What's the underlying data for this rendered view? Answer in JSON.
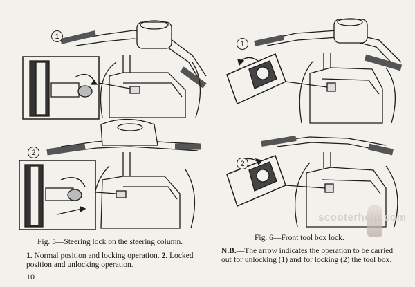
{
  "figures": {
    "left": {
      "marker_1": "1",
      "marker_2": "2",
      "caption": "Fig. 5—Steering lock on the steering column."
    },
    "right": {
      "marker_1": "1",
      "marker_2": "2",
      "caption": "Fig. 6—Front tool box lock."
    }
  },
  "text": {
    "left_para_num1": "1.",
    "left_para_part1": " Normal position and locking operation. ",
    "left_para_num2": "2.",
    "left_para_part2": " Locked position and unlocking operation.",
    "nb_label": "N.B.",
    "nb_text": "—The arrow indicates the operation to be carried out for unlocking (1) and for locking (2) the tool box."
  },
  "page_number": "10",
  "watermark": "scooterhelp.com"
}
